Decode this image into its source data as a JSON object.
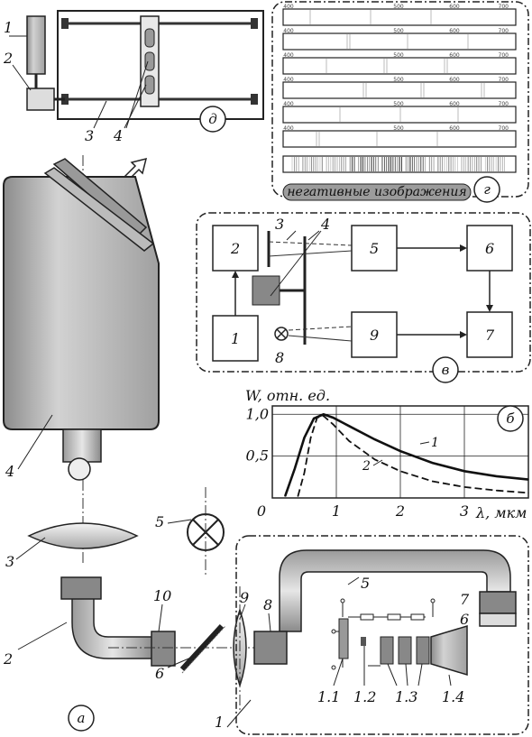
{
  "panels": {
    "a": "а",
    "b": "б",
    "v": "в",
    "g": "г",
    "d": "д"
  },
  "panel_g": {
    "caption": "негативные изображения",
    "ticks": [
      "400",
      "500",
      "600",
      "700"
    ]
  },
  "panel_d_labels": [
    "1",
    "2",
    "3",
    "4"
  ],
  "panel_v_labels": [
    "1",
    "2",
    "3",
    "4",
    "5",
    "6",
    "7",
    "8",
    "9"
  ],
  "panel_a_labels": [
    "1",
    "1.1",
    "1.2",
    "1.3",
    "1.4",
    "2",
    "3",
    "4",
    "5",
    "6",
    "7",
    "8",
    "9",
    "10",
    "5",
    "6"
  ],
  "chart_data": {
    "type": "line",
    "title": "",
    "ylabel": "W, отн. ед.",
    "xlabel": "λ, мкм",
    "x_ticks": [
      "0",
      "1",
      "2",
      "3"
    ],
    "y_ticks": [
      "0,5",
      "1,0"
    ],
    "xlim": [
      0,
      4
    ],
    "ylim": [
      0,
      1.1
    ],
    "grid": true,
    "series": [
      {
        "name": "1",
        "x": [
          0.2,
          0.35,
          0.5,
          0.65,
          0.8,
          0.95,
          1.2,
          1.6,
          2.0,
          2.5,
          3.0,
          3.5,
          4.0
        ],
        "y": [
          0.02,
          0.35,
          0.72,
          0.95,
          1.0,
          0.96,
          0.86,
          0.7,
          0.56,
          0.42,
          0.32,
          0.26,
          0.22
        ]
      },
      {
        "name": "2",
        "x": [
          0.4,
          0.5,
          0.6,
          0.7,
          0.8,
          0.95,
          1.2,
          1.6,
          2.0,
          2.5,
          3.0,
          3.5,
          4.0
        ],
        "y": [
          0.02,
          0.3,
          0.72,
          0.96,
          0.98,
          0.88,
          0.68,
          0.46,
          0.32,
          0.2,
          0.13,
          0.09,
          0.06
        ]
      }
    ]
  }
}
